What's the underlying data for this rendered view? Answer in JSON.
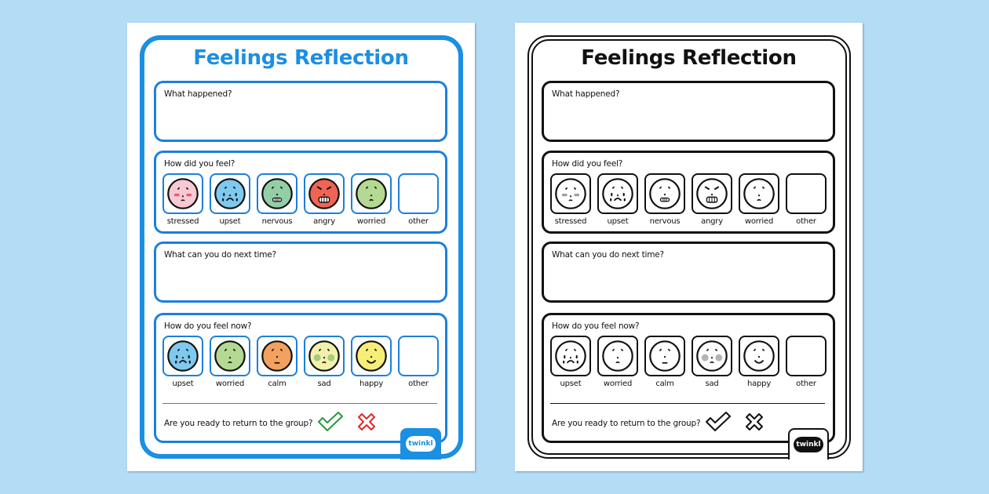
{
  "background_color": "#b3dcf5",
  "worksheets": [
    {
      "variant": "color",
      "title": "Feelings Reflection",
      "accent_color": "#1b8fe2",
      "sections": {
        "what_happened": {
          "label": "What happened?"
        },
        "how_did_you_feel": {
          "label": "How did you feel?",
          "faces": [
            {
              "name": "stressed",
              "color": "#f7c9d4"
            },
            {
              "name": "upset",
              "color": "#7fc8ee"
            },
            {
              "name": "nervous",
              "color": "#93cfa6"
            },
            {
              "name": "angry",
              "color": "#ef6452"
            },
            {
              "name": "worried",
              "color": "#b4d992"
            },
            {
              "name": "other",
              "color": ""
            }
          ]
        },
        "next_time": {
          "label": "What can you do next time?"
        },
        "feel_now": {
          "label": "How do you feel now?",
          "faces": [
            {
              "name": "upset",
              "color": "#7fc8ee"
            },
            {
              "name": "worried",
              "color": "#b4d992"
            },
            {
              "name": "calm",
              "color": "#f2a15e"
            },
            {
              "name": "sad",
              "color": "#f1f1ab"
            },
            {
              "name": "happy",
              "color": "#f7ee78"
            },
            {
              "name": "other",
              "color": ""
            }
          ]
        },
        "ready": {
          "question": "Are you ready to return to the group?",
          "yes_icon": "check-icon",
          "yes_color": "#2a9a3a",
          "no_icon": "cross-icon",
          "no_color": "#e02a2a"
        }
      },
      "logo": "twinkl"
    },
    {
      "variant": "black-and-white",
      "title": "Feelings Reflection",
      "accent_color": "#111111",
      "sections": {
        "what_happened": {
          "label": "What happened?"
        },
        "how_did_you_feel": {
          "label": "How did you feel?",
          "faces": [
            {
              "name": "stressed"
            },
            {
              "name": "upset"
            },
            {
              "name": "nervous"
            },
            {
              "name": "angry"
            },
            {
              "name": "worried"
            },
            {
              "name": "other"
            }
          ]
        },
        "next_time": {
          "label": "What can you do next time?"
        },
        "feel_now": {
          "label": "How do you feel now?",
          "faces": [
            {
              "name": "upset"
            },
            {
              "name": "worried"
            },
            {
              "name": "calm"
            },
            {
              "name": "sad"
            },
            {
              "name": "happy"
            },
            {
              "name": "other"
            }
          ]
        },
        "ready": {
          "question": "Are you ready to return to the group?",
          "yes_icon": "check-icon",
          "no_icon": "cross-icon"
        }
      },
      "logo": "twinkl"
    }
  ]
}
